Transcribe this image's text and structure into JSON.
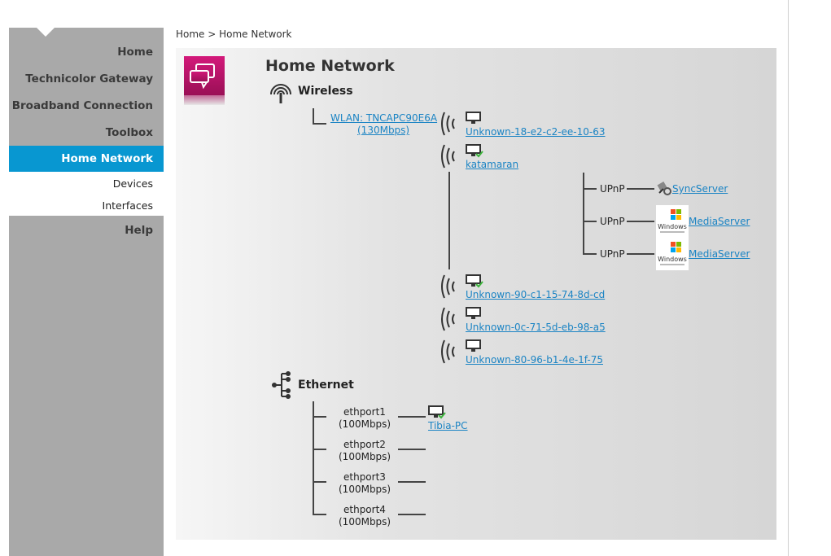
{
  "sidebar": {
    "items": [
      {
        "label": "Home"
      },
      {
        "label": "Technicolor Gateway"
      },
      {
        "label": "Broadband Connection"
      },
      {
        "label": "Toolbox"
      },
      {
        "label": "Home Network"
      },
      {
        "label": "Help"
      }
    ],
    "subitems": [
      {
        "label": "Devices"
      },
      {
        "label": "Interfaces"
      }
    ]
  },
  "breadcrumb": "Home > Home Network",
  "page_title": "Home Network",
  "wireless": {
    "label": "Wireless",
    "wlan_name": "WLAN: TNCAPC90E6A",
    "wlan_rate": "(130Mbps)",
    "devices": [
      {
        "name": "Unknown-18-e2-c2-ee-10-63"
      },
      {
        "name": "katamaran"
      },
      {
        "name": "Unknown-90-c1-15-74-8d-cd"
      },
      {
        "name": "Unknown-0c-71-5d-eb-98-a5"
      },
      {
        "name": "Unknown-80-96-b1-4e-1f-75"
      }
    ],
    "services": [
      {
        "protocol": "UPnP",
        "name": "SyncServer"
      },
      {
        "protocol": "UPnP",
        "name": "MediaServer"
      },
      {
        "protocol": "UPnP",
        "name": "MediaServer"
      }
    ],
    "windows_logo_text": "Windows"
  },
  "ethernet": {
    "label": "Ethernet",
    "ports": [
      {
        "name": "ethport1",
        "rate": "(100Mbps)",
        "device": "Tibia-PC"
      },
      {
        "name": "ethport2",
        "rate": "(100Mbps)"
      },
      {
        "name": "ethport3",
        "rate": "(100Mbps)"
      },
      {
        "name": "ethport4",
        "rate": "(100Mbps)"
      }
    ]
  },
  "colors": {
    "active_nav": "#0897d1",
    "link": "#1b84c4",
    "sidebar": "#a9a9a9",
    "page_icon": "#c8166e"
  }
}
